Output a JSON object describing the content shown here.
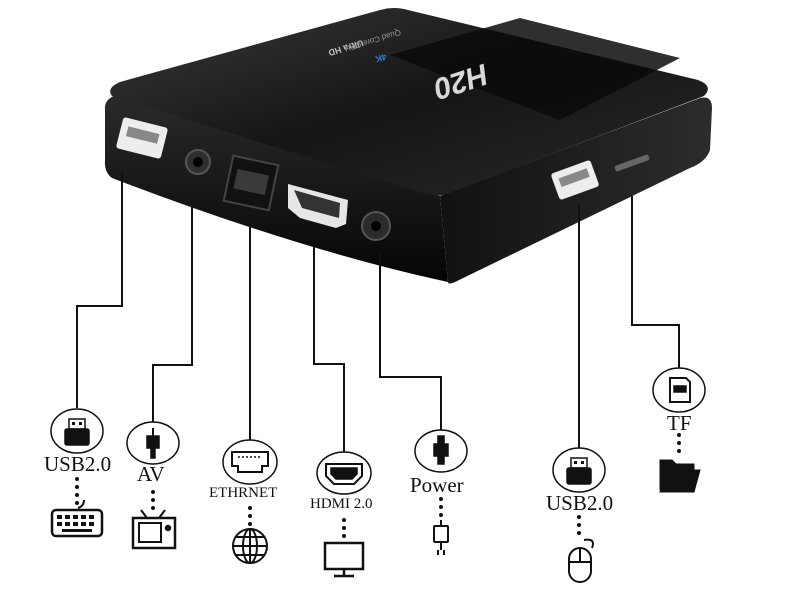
{
  "device": {
    "brand": "H20",
    "badge": "4K",
    "line1": "Ultra HD",
    "line2": "Quad Core CPU"
  },
  "ports": [
    {
      "label": "USB2.0",
      "connector_icon": "usb-plug-icon",
      "device_icon": "keyboard-icon"
    },
    {
      "label": "AV",
      "connector_icon": "av-jack-icon",
      "device_icon": "tv-icon"
    },
    {
      "label": "ETHRNET",
      "connector_icon": "ethernet-port-icon",
      "device_icon": "globe-icon"
    },
    {
      "label": "HDMI 2.0",
      "connector_icon": "hdmi-port-icon",
      "device_icon": "monitor-icon"
    },
    {
      "label": "Power",
      "connector_icon": "power-plug-icon",
      "device_icon": "power-adapter-icon"
    },
    {
      "label": "USB2.0",
      "connector_icon": "usb-plug-icon",
      "device_icon": "mouse-icon"
    },
    {
      "label": "TF",
      "connector_icon": "sd-card-icon",
      "device_icon": "folder-icon"
    }
  ],
  "colors": {
    "device_body": "#1a1a1a",
    "accent_blue": "#2a7fd4",
    "line": "#111111"
  }
}
